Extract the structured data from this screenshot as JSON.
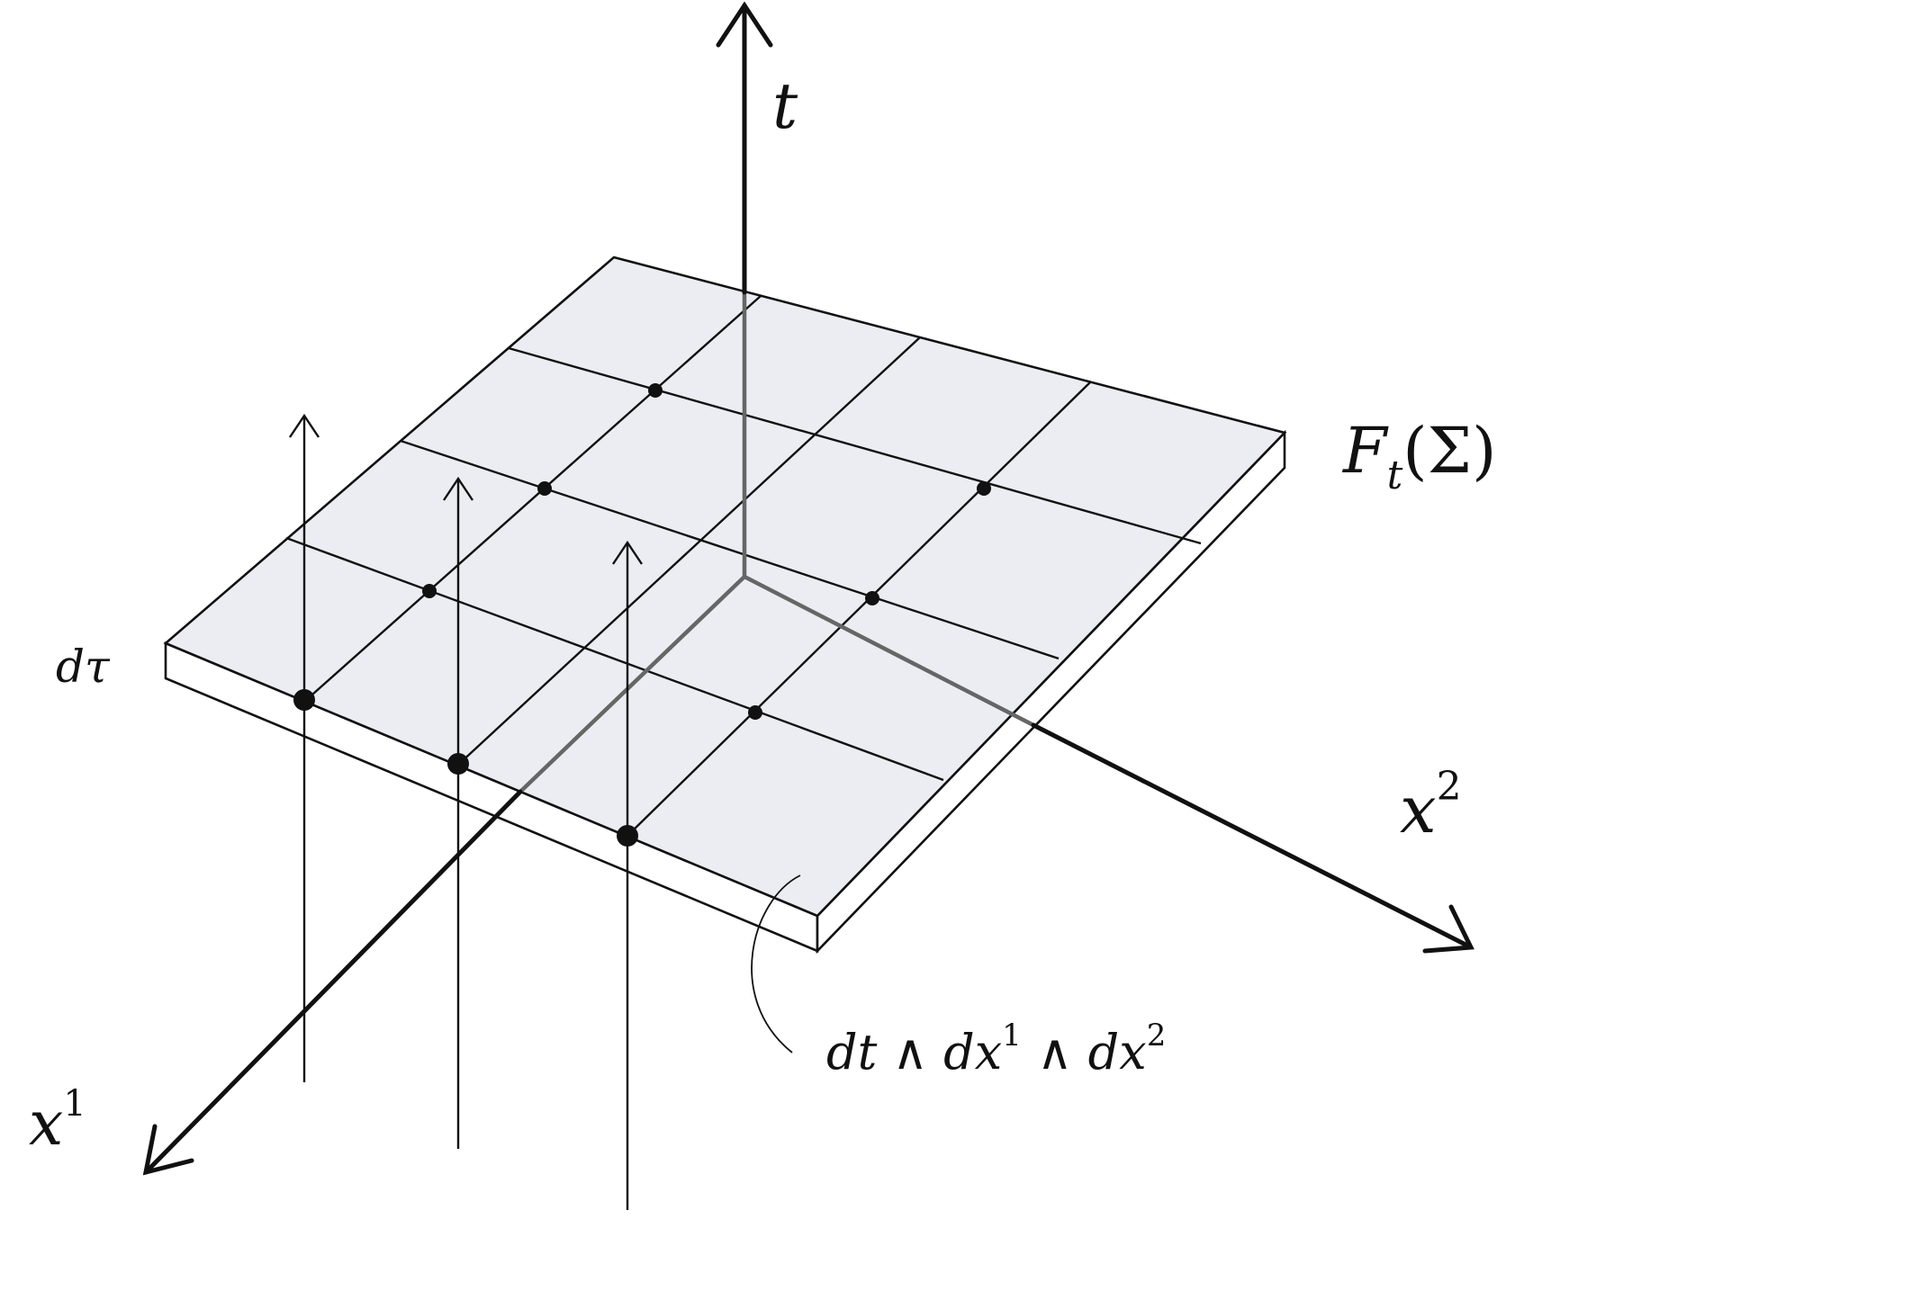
{
  "labels": {
    "t_axis": "t",
    "x1_axis": "x",
    "x1_sup": "1",
    "x2_axis": "x",
    "x2_sup": "2",
    "d_tau": "dτ",
    "surface_main": "F",
    "surface_sub": "t",
    "surface_arg": "(Σ)",
    "form_dt": "dt ∧ dx",
    "form_sup1": "1",
    "form_mid": " ∧ dx",
    "form_sup2": "2"
  },
  "colors": {
    "ink": "#111111",
    "sheet_fill": "#ecedf2",
    "hidden_axis": "#666666"
  }
}
